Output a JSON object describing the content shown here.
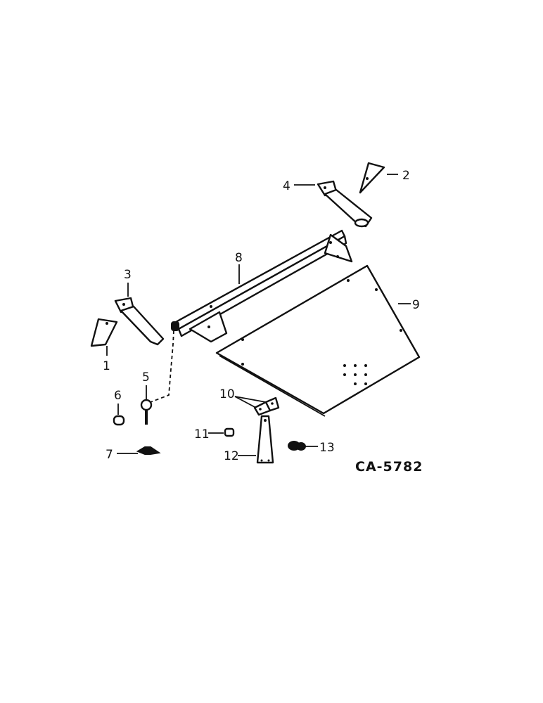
{
  "callouts": {
    "c1": "1",
    "c2": "2",
    "c3": "3",
    "c4": "4",
    "c5": "5",
    "c6": "6",
    "c7": "7",
    "c8": "8",
    "c9": "9",
    "c10": "10",
    "c11": "11",
    "c12": "12",
    "c13": "13"
  },
  "reference_code": "CA-5782"
}
